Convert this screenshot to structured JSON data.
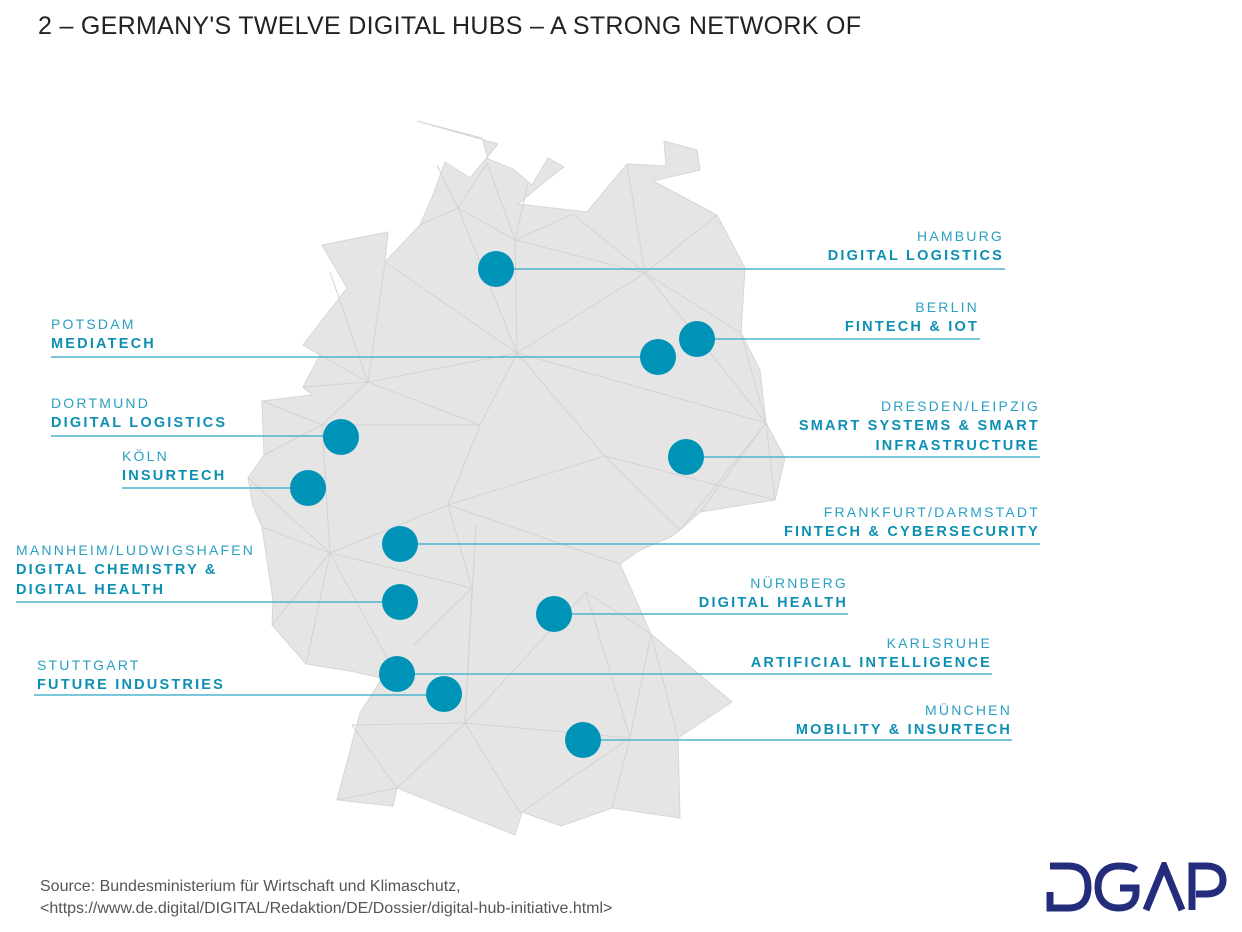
{
  "title": "2 – GERMANY'S TWELVE DIGITAL HUBS – A STRONG NETWORK OF",
  "colors": {
    "hub": "#0093b8",
    "leader_line": "#4fb3cf",
    "city_text": "#2aa0c2",
    "topic_text": "#0c8fb3",
    "map_fill": "#e5e5e5",
    "map_mesh": "#d0d0d0",
    "logo": "#242c7c"
  },
  "hubs": [
    {
      "city": "HAMBURG",
      "topic": [
        "DIGITAL LOGISTICS"
      ],
      "side": "right"
    },
    {
      "city": "BERLIN",
      "topic": [
        "FINTECH & IOT"
      ],
      "side": "right"
    },
    {
      "city": "POTSDAM",
      "topic": [
        "MEDIATECH"
      ],
      "side": "left"
    },
    {
      "city": "DORTMUND",
      "topic": [
        "DIGITAL LOGISTICS"
      ],
      "side": "left"
    },
    {
      "city": "KÖLN",
      "topic": [
        "INSURTECH"
      ],
      "side": "left"
    },
    {
      "city": "DRESDEN/LEIPZIG",
      "topic": [
        "SMART SYSTEMS & SMART",
        "INFRASTRUCTURE"
      ],
      "side": "right"
    },
    {
      "city": "FRANKFURT/DARMSTADT",
      "topic": [
        "FINTECH & CYBERSECURITY"
      ],
      "side": "right"
    },
    {
      "city": "MANNHEIM/LUDWIGSHAFEN",
      "topic": [
        "DIGITAL CHEMISTRY &",
        "DIGITAL HEALTH"
      ],
      "side": "left"
    },
    {
      "city": "NÜRNBERG",
      "topic": [
        "DIGITAL HEALTH"
      ],
      "side": "right"
    },
    {
      "city": "KARLSRUHE",
      "topic": [
        "ARTIFICIAL INTELLIGENCE"
      ],
      "side": "right"
    },
    {
      "city": "STUTTGART",
      "topic": [
        "FUTURE INDUSTRIES"
      ],
      "side": "left"
    },
    {
      "city": "MÜNCHEN",
      "topic": [
        "MOBILITY & INSURTECH"
      ],
      "side": "right"
    }
  ],
  "source": {
    "line1": "Source: Bundesministerium für Wirtschaft und Klimaschutz,",
    "line2": "<https://www.de.digital/DIGITAL/Redaktion/DE/Dossier/digital-hub-initiative.html>"
  },
  "logo": {
    "text": "DGAP"
  }
}
